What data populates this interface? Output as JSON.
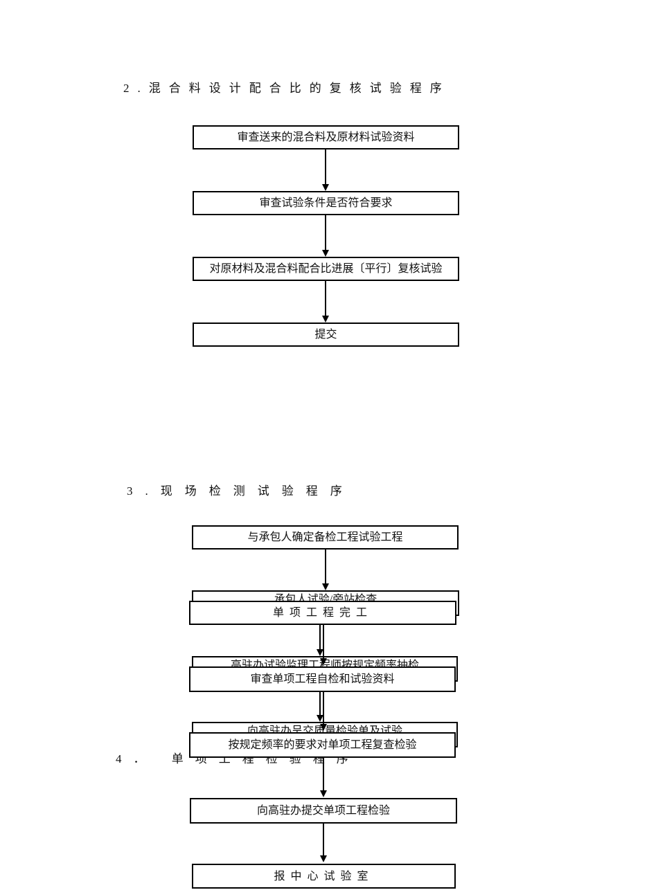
{
  "colors": {
    "background": "#ffffff",
    "line": "#000000",
    "text": "#111111"
  },
  "section2": {
    "title": "2.混合料设计配合比的复核试验程序",
    "boxes": [
      "审查送来的混合料及原材料试验资料",
      "审查试验条件是否符合要求",
      "对原材料及混合料配合比进展〔平行〕复核试验",
      "提交"
    ]
  },
  "section3": {
    "title": "3.现场检测试验程序",
    "boxes": [
      "与承包人确定备检工程试验工程",
      "承包人试验/旁站检查",
      "高驻办试验监理工程师按规定频率抽检",
      "向高驻办呈交质量检验单及试验"
    ]
  },
  "section4": {
    "title": "4． 单项工程检验程序",
    "boxes": [
      "单项工程完工",
      "审查单项工程自检和试验资料",
      "按规定频率的要求对单项工程复查检验",
      "向高驻办提交单项工程检验",
      "报中心试验室"
    ]
  }
}
